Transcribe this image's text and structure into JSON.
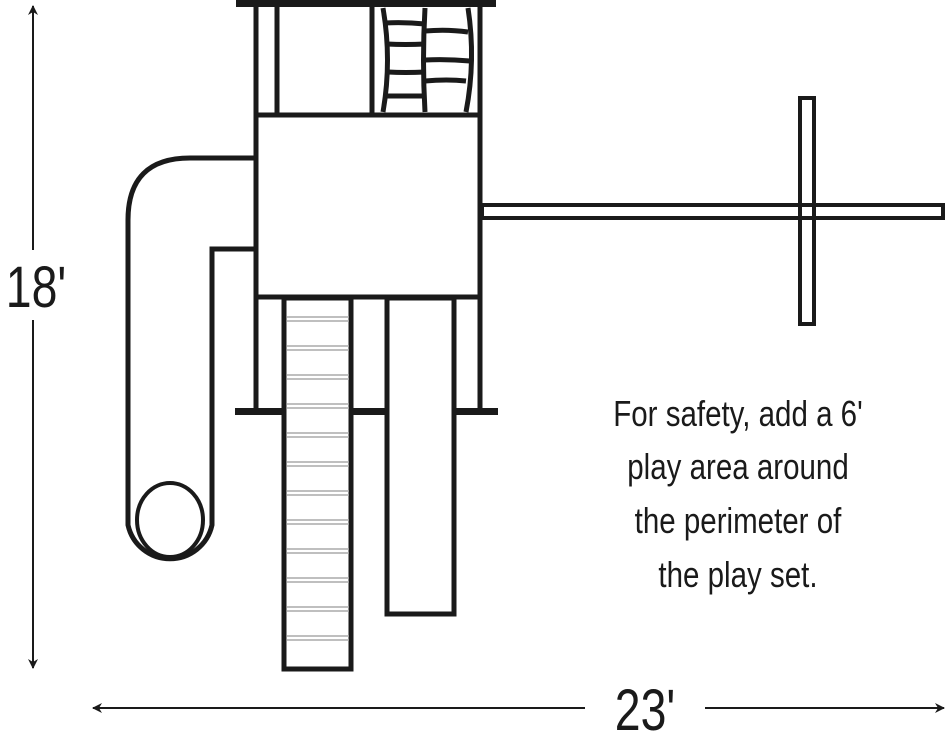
{
  "dimensions": {
    "height_label": "18'",
    "width_label": "23'"
  },
  "note": {
    "lines": [
      "For safety, add a 6'",
      "play area around",
      "the perimeter of",
      "the play set."
    ]
  },
  "colors": {
    "line": "#1a1a1a",
    "rung": "#aaaaaa",
    "background": "#ffffff"
  }
}
